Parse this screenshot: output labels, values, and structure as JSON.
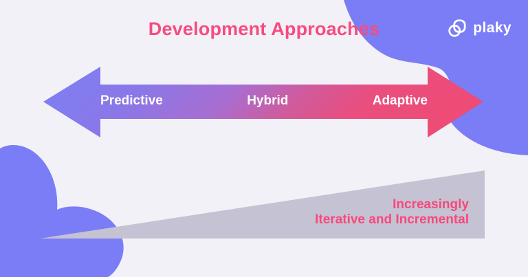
{
  "title": {
    "text": "Development Approaches",
    "color": "#f74b7f"
  },
  "brand": {
    "name": "plaky",
    "text_color": "#ffffff"
  },
  "arrow": {
    "labels": [
      "Predictive",
      "Hybrid",
      "Adaptive"
    ],
    "label_color": "#ffffff",
    "gradient_start": "#7b80f5",
    "gradient_mid": "#a76ed2",
    "gradient_end": "#f14a72"
  },
  "wedge": {
    "annotation": [
      "Increasingly",
      "Iterative and Incremental"
    ],
    "color": "#c5c3d3",
    "text_color": "#f7487b"
  },
  "background": {
    "color": "#f2f1f7",
    "blob_color": "#7a7df5"
  }
}
